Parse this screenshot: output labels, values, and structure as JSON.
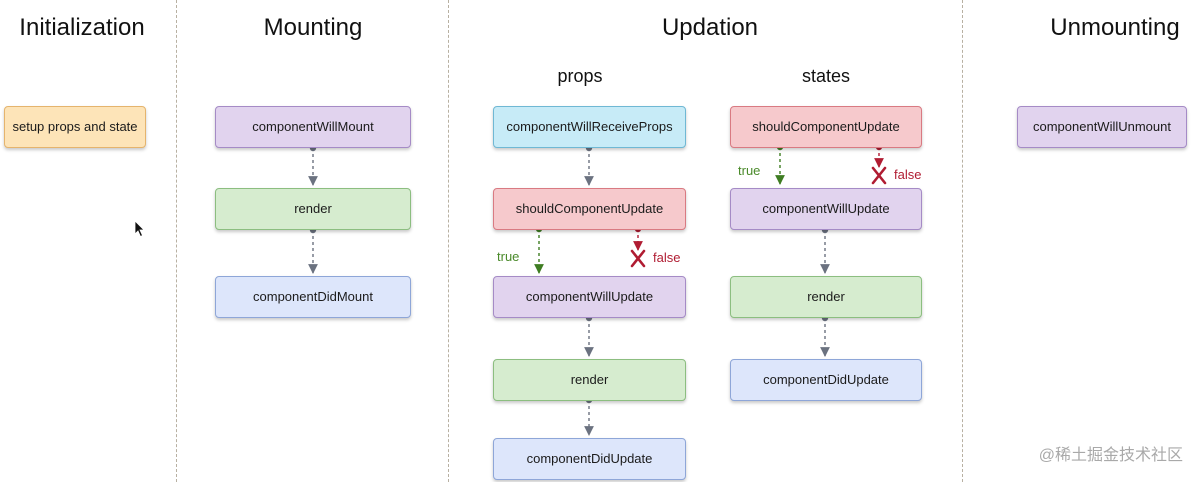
{
  "columns": {
    "initialization": {
      "title": "Initialization",
      "node": "setup props and state"
    },
    "mounting": {
      "title": "Mounting",
      "nodes": [
        "componentWillMount",
        "render",
        "componentDidMount"
      ]
    },
    "updation": {
      "title": "Updation",
      "props": {
        "title": "props",
        "nodes": [
          "componentWillReceiveProps",
          "shouldComponentUpdate",
          "componentWillUpdate",
          "render",
          "componentDidUpdate"
        ],
        "true_label": "true",
        "false_label": "false"
      },
      "states": {
        "title": "states",
        "nodes": [
          "shouldComponentUpdate",
          "componentWillUpdate",
          "render",
          "componentDidUpdate"
        ],
        "true_label": "true",
        "false_label": "false"
      }
    },
    "unmounting": {
      "title": "Unmounting",
      "node": "componentWillUnmount"
    }
  },
  "watermark": "@稀土掘金技术社区",
  "colors": {
    "orange": "#fde4b8",
    "purple": "#e1d3ee",
    "green": "#d6eccf",
    "blue": "#dde6fb",
    "cyan": "#c7ebf7",
    "red": "#f6c9cc",
    "true": "#4a8a2a",
    "false": "#b01c32"
  },
  "icons": [
    "cross-icon",
    "cursor-icon",
    "arrow-icon"
  ]
}
